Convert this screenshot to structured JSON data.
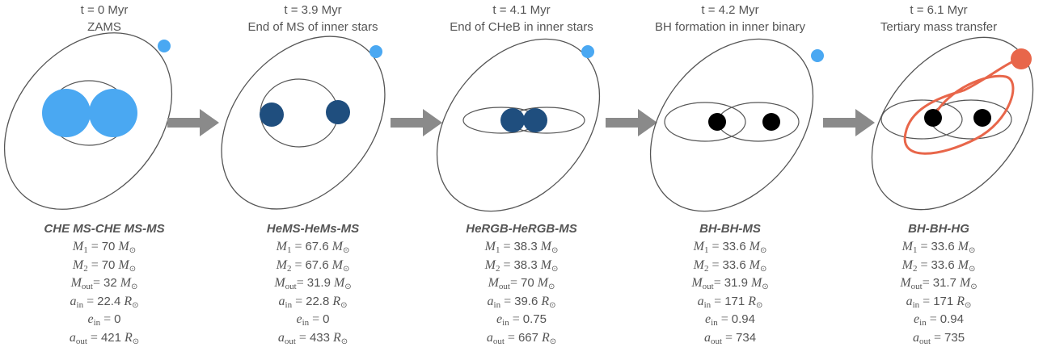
{
  "panels": [
    {
      "time": "t = 0 Myr",
      "phase": "ZAMS",
      "stage": "CHE MS-CHE MS-MS",
      "params": {
        "M1": "70",
        "M2": "70",
        "Mout": "32",
        "ain": "22.4",
        "ein": "0",
        "aout": "421"
      },
      "units": {
        "M1": "M",
        "M2": "M",
        "Mout": "M",
        "ain": "R",
        "aout": "R"
      },
      "colors": {
        "inner": "#4aa8f2",
        "outer": "#4aa8f2"
      }
    },
    {
      "time": "t = 3.9 Myr",
      "phase": "End of MS of inner stars",
      "stage": "HeMS-HeMs-MS",
      "params": {
        "M1": "67.6",
        "M2": "67.6",
        "Mout": "31.9",
        "ain": "22.8",
        "ein": "0",
        "aout": "433"
      },
      "units": {
        "M1": "M",
        "M2": "M",
        "Mout": "M",
        "ain": "R",
        "aout": "R"
      },
      "colors": {
        "inner": "#1f4e7e",
        "outer": "#4aa8f2"
      }
    },
    {
      "time": "t = 4.1 Myr",
      "phase": "End of CHeB in inner stars",
      "stage": "HeRGB-HeRGB-MS",
      "params": {
        "M1": "38.3",
        "M2": "38.3",
        "Mout": "70",
        "ain": "39.6",
        "ein": "0.75",
        "aout": "667"
      },
      "units": {
        "M1": "M",
        "M2": "M",
        "Mout": "M",
        "ain": "R",
        "aout": "R"
      },
      "colors": {
        "inner": "#1f4e7e",
        "outer": "#4aa8f2"
      }
    },
    {
      "time": "t = 4.2 Myr",
      "phase": "BH formation in inner binary",
      "stage": "BH-BH-MS",
      "params": {
        "M1": "33.6",
        "M2": "33.6",
        "Mout": "31.9",
        "ain": "171",
        "ein": "0.94",
        "aout": "734"
      },
      "units": {
        "M1": "M",
        "M2": "M",
        "Mout": "M",
        "ain": "R",
        "aout": ""
      },
      "colors": {
        "inner": "#000000",
        "outer": "#4aa8f2"
      }
    },
    {
      "time": "t = 6.1 Myr",
      "phase": "Tertiary mass transfer",
      "stage": "BH-BH-HG",
      "params": {
        "M1": "33.6",
        "M2": "33.6",
        "Mout": "31.7",
        "ain": "171",
        "ein": "0.94",
        "aout": "735"
      },
      "units": {
        "M1": "M",
        "M2": "M",
        "Mout": "M",
        "ain": "R",
        "aout": ""
      },
      "colors": {
        "inner": "#000000",
        "outer": "#e8664a"
      }
    }
  ],
  "symbols": {
    "M": "M",
    "a": "a",
    "e": "e",
    "sub1": "1",
    "sub2": "2",
    "subout": "out",
    "subin": "in",
    "odot": "⊙"
  }
}
